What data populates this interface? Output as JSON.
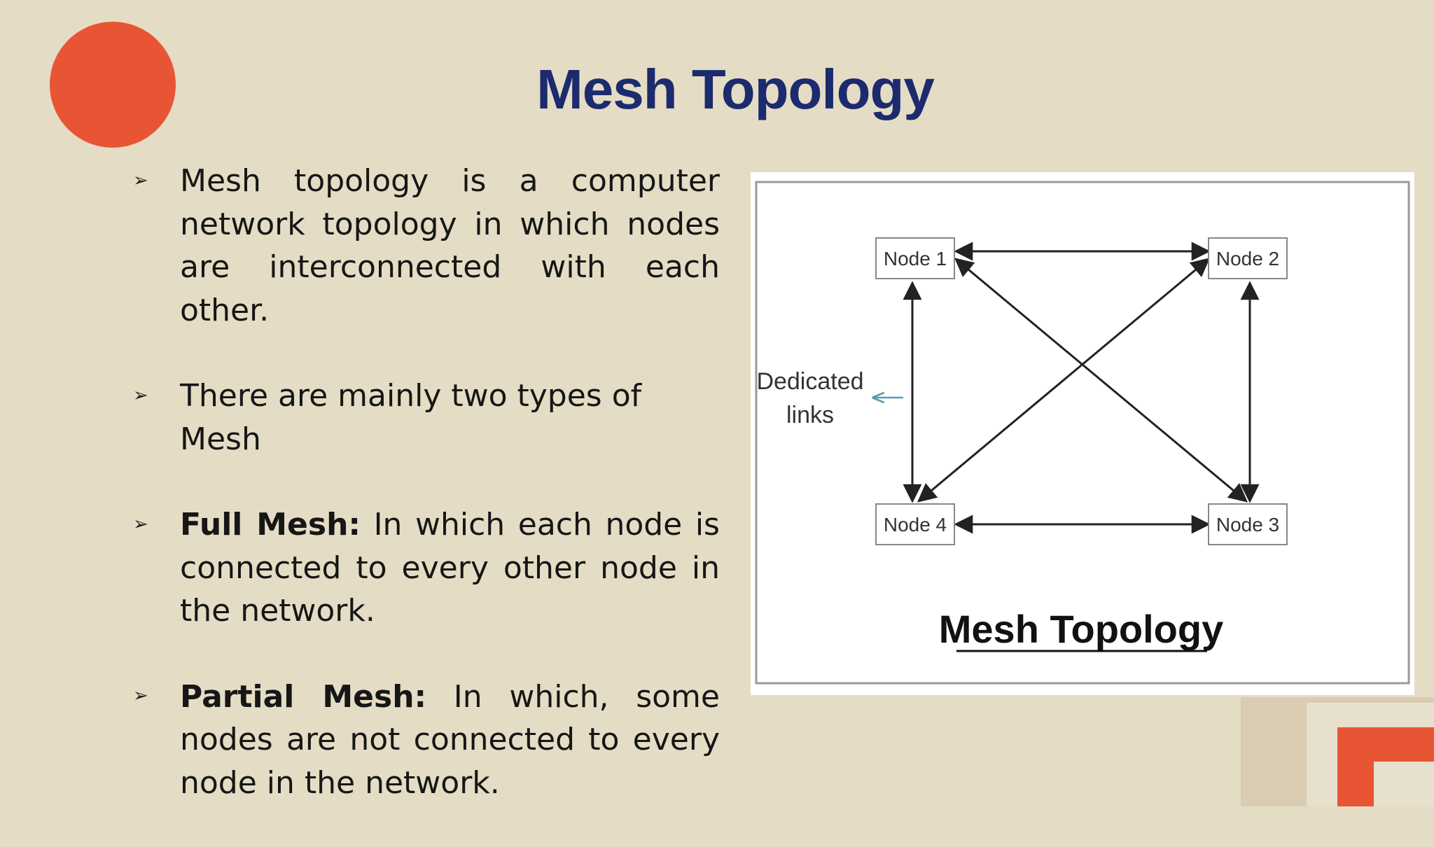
{
  "title": "Mesh Topology",
  "bullets": [
    {
      "bold": "",
      "text": "Mesh topology is a computer network topology in which nodes are interconnected with each other."
    },
    {
      "bold": "",
      "text": "There are mainly two types of Mesh"
    },
    {
      "bold": "Full Mesh:",
      "text": " In which each node is connected to every other node in the network."
    },
    {
      "bold": "Partial Mesh:",
      "text": " In which, some nodes are not connected to every node in the network."
    }
  ],
  "bullet_symbol": "➢",
  "figure": {
    "nodes": [
      "Node 1",
      "Node 2",
      "Node 3",
      "Node 4"
    ],
    "links_label_line1": "Dedicated",
    "links_label_line2": "links",
    "caption": "Mesh Topology"
  },
  "colors": {
    "background": "#e4dcc4",
    "title": "#1c2a6e",
    "accent": "#e85535",
    "arrow_hint": "#5b9bb5"
  }
}
